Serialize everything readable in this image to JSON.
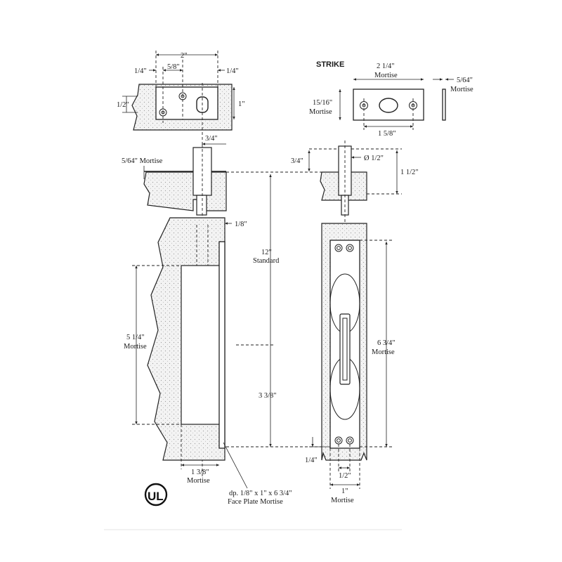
{
  "top_left": {
    "width": "2\"",
    "left_quarter": "1/4\"",
    "five_eighths": "5/8\"",
    "right_quarter": "1/4\"",
    "half": "1/2\"",
    "one_inch": "1\"",
    "three_quarter": "3/4\""
  },
  "strike": {
    "title": "STRIKE",
    "width_value": "2 1/4\"",
    "width_label": "Mortise",
    "height_value": "15/16\"",
    "height_label": "Mortise",
    "hole_spacing": "1 5/8\"",
    "thickness_value": "5/64\"",
    "thickness_label": "Mortise"
  },
  "side_view": {
    "top_mortise": "5/64\" Mortise",
    "eighth": "1/8\"",
    "standard_value": "12\"",
    "standard_label": "Standard",
    "mortise_height_value": "5 1/4\"",
    "mortise_height_label": "Mortise",
    "lower_dim": "3 3/8\"",
    "bottom_width_value": "1 3/8\"",
    "bottom_width_label": "Mortise",
    "face_plate_line1": "dp. 1/8\" x 1\" x 6 3/4\"",
    "face_plate_line2": "Face Plate Mortise"
  },
  "front_view": {
    "top_offset": "3/4\"",
    "diameter": "Ø 1/2\"",
    "projection": "1 1/2\"",
    "plate_height_value": "6 3/4\"",
    "plate_height_label": "Mortise",
    "bottom_offset": "1/4\"",
    "inner_half": "1/2\"",
    "bottom_width_value": "1\"",
    "bottom_width_label": "Mortise"
  },
  "certification": {
    "logo_text": "UL"
  }
}
